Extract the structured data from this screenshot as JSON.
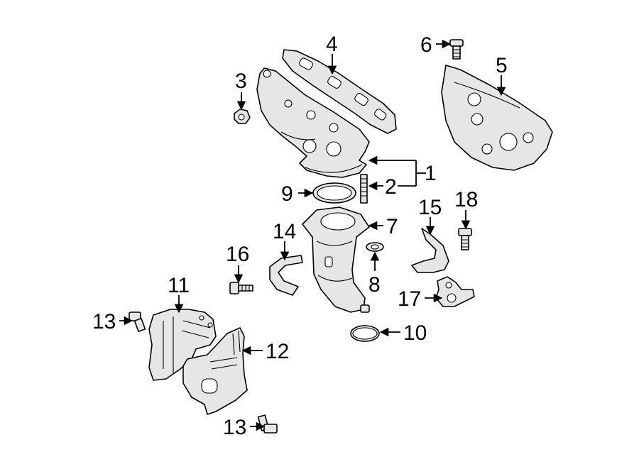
{
  "callouts": {
    "c1": "1",
    "c2": "2",
    "c3": "3",
    "c4": "4",
    "c5": "5",
    "c6": "6",
    "c7": "7",
    "c8": "8",
    "c9": "9",
    "c10": "10",
    "c11": "11",
    "c12": "12",
    "c13a": "13",
    "c13b": "13",
    "c14": "14",
    "c15": "15",
    "c16": "16",
    "c17": "17",
    "c18": "18"
  },
  "colors": {
    "line": "#000000",
    "part_fill": "#e6e6e6",
    "background": "#ffffff"
  }
}
